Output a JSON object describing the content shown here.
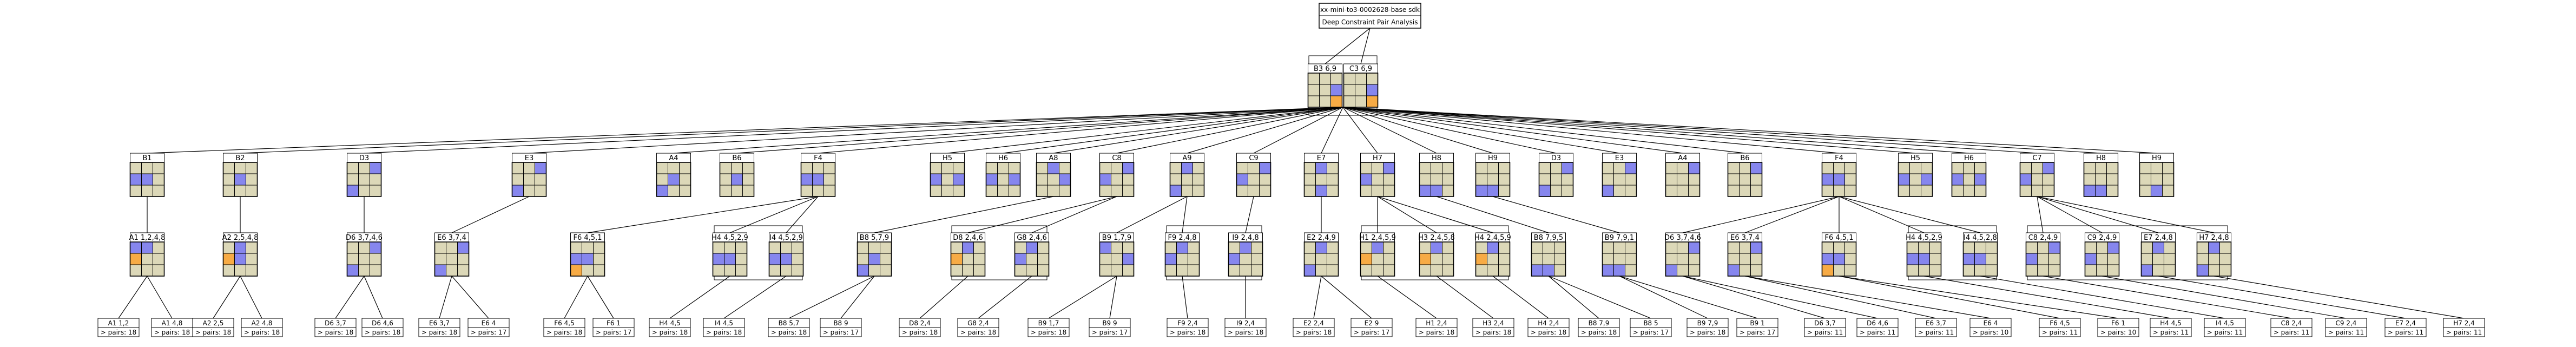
{
  "title": {
    "line1": "xx-mini-to3-0002628-base sdk",
    "line2": "Deep Constraint Pair Analysis"
  },
  "colors": {
    "fill": "#dcd8b8",
    "blue": "#8686ee",
    "orange": "#f7ab45",
    "line": "#000000"
  },
  "root_nodes": [
    {
      "label": "B3 6,9",
      "cells": [
        [
          "",
          "",
          ""
        ],
        [
          "",
          "",
          "B"
        ],
        [
          "",
          "",
          "O"
        ]
      ]
    },
    {
      "label": "C3 6,9",
      "cells": [
        [
          "",
          "",
          ""
        ],
        [
          "",
          "",
          "B"
        ],
        [
          "",
          "",
          "O"
        ]
      ]
    }
  ],
  "level1": [
    {
      "label": "B1",
      "cells": [
        [
          "",
          "",
          ""
        ],
        [
          "B",
          "B",
          ""
        ],
        [
          "",
          "",
          ""
        ]
      ]
    },
    {
      "label": "B2",
      "cells": [
        [
          "",
          "",
          ""
        ],
        [
          "",
          "B",
          ""
        ],
        [
          "",
          "",
          ""
        ]
      ]
    },
    {
      "label": "D3",
      "cells": [
        [
          "",
          "",
          "B"
        ],
        [
          "",
          "",
          ""
        ],
        [
          "B",
          "",
          ""
        ]
      ]
    },
    {
      "label": "E3",
      "cells": [
        [
          "",
          "",
          "B"
        ],
        [
          "",
          "",
          ""
        ],
        [
          "B",
          "",
          ""
        ]
      ]
    },
    {
      "label": "A4",
      "cells": [
        [
          "",
          "",
          ""
        ],
        [
          "",
          "B",
          ""
        ],
        [
          "B",
          "",
          ""
        ]
      ]
    },
    {
      "label": "B6",
      "cells": [
        [
          "",
          "",
          ""
        ],
        [
          "",
          "B",
          ""
        ],
        [
          "",
          "",
          ""
        ]
      ]
    },
    {
      "label": "F4",
      "cells": [
        [
          "",
          "",
          ""
        ],
        [
          "B",
          "B",
          ""
        ],
        [
          "",
          "",
          ""
        ]
      ]
    },
    {
      "label": "H5",
      "cells": [
        [
          "",
          "",
          ""
        ],
        [
          "B",
          "",
          "B"
        ],
        [
          "",
          "",
          ""
        ]
      ]
    },
    {
      "label": "H6",
      "cells": [
        [
          "",
          "",
          ""
        ],
        [
          "B",
          "",
          "B"
        ],
        [
          "",
          "",
          ""
        ]
      ]
    },
    {
      "label": "A8",
      "cells": [
        [
          "",
          "B",
          ""
        ],
        [
          "",
          "",
          "B"
        ],
        [
          "",
          "",
          ""
        ]
      ]
    },
    {
      "label": "C8",
      "cells": [
        [
          "",
          "",
          "B"
        ],
        [
          "B",
          "",
          ""
        ],
        [
          "",
          "",
          ""
        ]
      ]
    },
    {
      "label": "A9",
      "cells": [
        [
          "",
          "B",
          ""
        ],
        [
          "",
          "",
          ""
        ],
        [
          "B",
          "",
          ""
        ]
      ]
    },
    {
      "label": "C9",
      "cells": [
        [
          "",
          "",
          "B"
        ],
        [
          "B",
          "",
          ""
        ],
        [
          "",
          "",
          ""
        ]
      ]
    },
    {
      "label": "E7",
      "cells": [
        [
          "",
          "B",
          ""
        ],
        [
          "",
          "",
          ""
        ],
        [
          "",
          "B",
          ""
        ]
      ]
    },
    {
      "label": "H7",
      "cells": [
        [
          "",
          "",
          "B"
        ],
        [
          "B",
          "",
          ""
        ],
        [
          "",
          "",
          ""
        ]
      ]
    },
    {
      "label": "H8",
      "cells": [
        [
          "",
          "",
          ""
        ],
        [
          "",
          "",
          ""
        ],
        [
          "B",
          "B",
          ""
        ]
      ]
    },
    {
      "label": "H9",
      "cells": [
        [
          "",
          "",
          ""
        ],
        [
          "",
          "",
          ""
        ],
        [
          "B",
          "B",
          ""
        ]
      ]
    },
    {
      "label": "D3",
      "cells": [
        [
          "",
          "",
          "B"
        ],
        [
          "",
          "",
          ""
        ],
        [
          "B",
          "",
          ""
        ]
      ]
    },
    {
      "label": "E3",
      "cells": [
        [
          "",
          "",
          "B"
        ],
        [
          "",
          "",
          ""
        ],
        [
          "B",
          "",
          ""
        ]
      ]
    },
    {
      "label": "A4",
      "cells": [
        [
          "",
          "",
          "B"
        ],
        [
          "",
          "",
          ""
        ],
        [
          "",
          "",
          ""
        ]
      ]
    },
    {
      "label": "B6",
      "cells": [
        [
          "",
          "",
          "B"
        ],
        [
          "",
          "",
          ""
        ],
        [
          "",
          "",
          ""
        ]
      ]
    },
    {
      "label": "F4",
      "cells": [
        [
          "",
          "",
          ""
        ],
        [
          "B",
          "B",
          ""
        ],
        [
          "",
          "",
          ""
        ]
      ]
    },
    {
      "label": "H5",
      "cells": [
        [
          "",
          "",
          ""
        ],
        [
          "B",
          "",
          "B"
        ],
        [
          "",
          "",
          ""
        ]
      ]
    },
    {
      "label": "H6",
      "cells": [
        [
          "",
          "",
          ""
        ],
        [
          "B",
          "",
          "B"
        ],
        [
          "",
          "",
          ""
        ]
      ]
    },
    {
      "label": "C7",
      "cells": [
        [
          "",
          "",
          "B"
        ],
        [
          "B",
          "",
          ""
        ],
        [
          "",
          "",
          ""
        ]
      ]
    },
    {
      "label": "H8",
      "cells": [
        [
          "",
          "",
          ""
        ],
        [
          "",
          "",
          ""
        ],
        [
          "B",
          "B",
          ""
        ]
      ]
    },
    {
      "label": "H9",
      "cells": [
        [
          "",
          "",
          ""
        ],
        [
          "",
          "",
          ""
        ],
        [
          "",
          "B",
          ""
        ]
      ]
    }
  ],
  "level2": [
    {
      "label": "A1 1,2,4,8",
      "cells": [
        [
          "B",
          "B",
          ""
        ],
        [
          "O",
          "",
          ""
        ],
        [
          "",
          "",
          ""
        ]
      ]
    },
    {
      "label": "A2 2,5,4,8",
      "cells": [
        [
          "",
          "B",
          ""
        ],
        [
          "O",
          "B",
          ""
        ],
        [
          "",
          "",
          ""
        ]
      ]
    },
    {
      "label": "D6 3,7,4,6",
      "cells": [
        [
          "",
          "",
          "B"
        ],
        [
          "",
          "",
          ""
        ],
        [
          "B",
          "",
          ""
        ]
      ]
    },
    {
      "label": "E6 3,7,4",
      "cells": [
        [
          "",
          "",
          "B"
        ],
        [
          "",
          "",
          ""
        ],
        [
          "B",
          "",
          ""
        ]
      ]
    },
    {
      "label": "F6 4,5,1",
      "cells": [
        [
          "",
          "",
          ""
        ],
        [
          "B",
          "B",
          ""
        ],
        [
          "O",
          "",
          ""
        ]
      ]
    },
    {
      "label": "H4 4,5,2,9",
      "cells": [
        [
          "",
          "",
          ""
        ],
        [
          "B",
          "B",
          ""
        ],
        [
          "",
          "",
          ""
        ]
      ]
    },
    {
      "label": "I4 4,5,2,9",
      "cells": [
        [
          "",
          "",
          ""
        ],
        [
          "B",
          "B",
          ""
        ],
        [
          "",
          "",
          ""
        ]
      ]
    },
    {
      "label": "B8 5,7,9",
      "cells": [
        [
          "",
          "",
          ""
        ],
        [
          "",
          "B",
          ""
        ],
        [
          "B",
          "",
          ""
        ]
      ]
    },
    {
      "label": "D8 2,4,6",
      "cells": [
        [
          "",
          "B",
          ""
        ],
        [
          "O",
          "",
          ""
        ],
        [
          "",
          "",
          ""
        ]
      ]
    },
    {
      "label": "G8 2,4,6",
      "cells": [
        [
          "",
          "B",
          ""
        ],
        [
          "B",
          "",
          ""
        ],
        [
          "",
          "",
          ""
        ]
      ]
    },
    {
      "label": "B9 1,7,9",
      "cells": [
        [
          "B",
          "",
          ""
        ],
        [
          "",
          "",
          "B"
        ],
        [
          "",
          "",
          ""
        ]
      ]
    },
    {
      "label": "F9 2,4,8",
      "cells": [
        [
          "",
          "B",
          ""
        ],
        [
          "B",
          "",
          ""
        ],
        [
          "",
          "",
          ""
        ]
      ]
    },
    {
      "label": "I9 2,4,8",
      "cells": [
        [
          "",
          "B",
          ""
        ],
        [
          "B",
          "",
          ""
        ],
        [
          "",
          "",
          ""
        ]
      ]
    },
    {
      "label": "E2 2,4,9",
      "cells": [
        [
          "",
          "B",
          ""
        ],
        [
          "",
          "",
          ""
        ],
        [
          "B",
          "",
          ""
        ]
      ]
    },
    {
      "label": "H1 2,4,5,9",
      "cells": [
        [
          "",
          "B",
          ""
        ],
        [
          "O",
          "",
          ""
        ],
        [
          "",
          "",
          ""
        ]
      ]
    },
    {
      "label": "H3 2,4,5,8",
      "cells": [
        [
          "",
          "B",
          ""
        ],
        [
          "O",
          "",
          ""
        ],
        [
          "",
          "",
          ""
        ]
      ]
    },
    {
      "label": "H4 2,4,5,9",
      "cells": [
        [
          "",
          "B",
          ""
        ],
        [
          "O",
          "",
          ""
        ],
        [
          "",
          "",
          ""
        ]
      ]
    },
    {
      "label": "B8 7,9,5",
      "cells": [
        [
          "",
          "",
          ""
        ],
        [
          "",
          "",
          ""
        ],
        [
          "B",
          "B",
          ""
        ]
      ]
    },
    {
      "label": "B9 7,9,1",
      "cells": [
        [
          "",
          "",
          ""
        ],
        [
          "",
          "",
          ""
        ],
        [
          "B",
          "B",
          ""
        ]
      ]
    },
    {
      "label": "D6 3,7,4,6",
      "cells": [
        [
          "",
          "",
          "B"
        ],
        [
          "",
          "",
          ""
        ],
        [
          "B",
          "",
          ""
        ]
      ]
    },
    {
      "label": "E6 3,7,4",
      "cells": [
        [
          "",
          "",
          "B"
        ],
        [
          "",
          "",
          ""
        ],
        [
          "B",
          "",
          ""
        ]
      ]
    },
    {
      "label": "F6 4,5,1",
      "cells": [
        [
          "",
          "",
          ""
        ],
        [
          "B",
          "B",
          ""
        ],
        [
          "O",
          "",
          ""
        ]
      ]
    },
    {
      "label": "H4 4,5,2,9",
      "cells": [
        [
          "",
          "",
          ""
        ],
        [
          "B",
          "B",
          ""
        ],
        [
          "",
          "",
          ""
        ]
      ]
    },
    {
      "label": "I4 4,5,2,8",
      "cells": [
        [
          "",
          "",
          ""
        ],
        [
          "B",
          "B",
          ""
        ],
        [
          "",
          "",
          ""
        ]
      ]
    },
    {
      "label": "C8 2,4,9",
      "cells": [
        [
          "",
          "",
          "B"
        ],
        [
          "B",
          "",
          ""
        ],
        [
          "",
          "",
          ""
        ]
      ]
    },
    {
      "label": "C9 2,4,9",
      "cells": [
        [
          "",
          "",
          "B"
        ],
        [
          "B",
          "",
          ""
        ],
        [
          "",
          "",
          ""
        ]
      ]
    },
    {
      "label": "E7 2,4,8",
      "cells": [
        [
          "",
          "B",
          ""
        ],
        [
          "",
          "",
          ""
        ],
        [
          "B",
          "",
          ""
        ]
      ]
    },
    {
      "label": "H7 2,4,8",
      "cells": [
        [
          "",
          "B",
          ""
        ],
        [
          "",
          "",
          ""
        ],
        [
          "B",
          "",
          ""
        ]
      ]
    }
  ],
  "leaves": [
    {
      "label": "A1 1,2",
      "line": "> pairs: 18"
    },
    {
      "label": "A1 4,8",
      "line": "> pairs: 18"
    },
    {
      "label": "A2 2,5",
      "line": "> pairs: 18"
    },
    {
      "label": "A2 4,8",
      "line": "> pairs: 18"
    },
    {
      "label": "D6 3,7",
      "line": "> pairs: 18"
    },
    {
      "label": "D6 4,6",
      "line": "> pairs: 18"
    },
    {
      "label": "E6 3,7",
      "line": "> pairs: 18"
    },
    {
      "label": "E6 4",
      "line": "> pairs: 17"
    },
    {
      "label": "F6 4,5",
      "line": "> pairs: 18"
    },
    {
      "label": "F6 1",
      "line": "> pairs: 17"
    },
    {
      "label": "H4 4,5",
      "line": "> pairs: 18"
    },
    {
      "label": "I4 4,5",
      "line": "> pairs: 18"
    },
    {
      "label": "B8 5,7",
      "line": "> pairs: 18"
    },
    {
      "label": "B8 9",
      "line": "> pairs: 17"
    },
    {
      "label": "D8 2,4",
      "line": "> pairs: 18"
    },
    {
      "label": "G8 2,4",
      "line": "> pairs: 18"
    },
    {
      "label": "B9 1,7",
      "line": "> pairs: 18"
    },
    {
      "label": "B9 9",
      "line": "> pairs: 17"
    },
    {
      "label": "F9 2,4",
      "line": "> pairs: 18"
    },
    {
      "label": "I9 2,4",
      "line": "> pairs: 18"
    },
    {
      "label": "E2 2,4",
      "line": "> pairs: 18"
    },
    {
      "label": "E2 9",
      "line": "> pairs: 17"
    },
    {
      "label": "H1 2,4",
      "line": "> pairs: 18"
    },
    {
      "label": "H3 2,4",
      "line": "> pairs: 18"
    },
    {
      "label": "H4 2,4",
      "line": "> pairs: 18"
    },
    {
      "label": "B8 7,9",
      "line": "> pairs: 18"
    },
    {
      "label": "B8 5",
      "line": "> pairs: 17"
    },
    {
      "label": "B9 7,9",
      "line": "> pairs: 18"
    },
    {
      "label": "B9 1",
      "line": "> pairs: 17"
    },
    {
      "label": "D6 3,7",
      "line": "> pairs: 11"
    },
    {
      "label": "D6 4,6",
      "line": "> pairs: 11"
    },
    {
      "label": "E6 3,7",
      "line": "> pairs: 11"
    },
    {
      "label": "E6 4",
      "line": "> pairs: 10"
    },
    {
      "label": "F6 4,5",
      "line": "> pairs: 11"
    },
    {
      "label": "F6 1",
      "line": "> pairs: 10"
    },
    {
      "label": "H4 4,5",
      "line": "> pairs: 11"
    },
    {
      "label": "I4 4,5",
      "line": "> pairs: 11"
    },
    {
      "label": "C8 2,4",
      "line": "> pairs: 11"
    },
    {
      "label": "C9 2,4",
      "line": "> pairs: 11"
    },
    {
      "label": "E7 2,4",
      "line": "> pairs: 11"
    },
    {
      "label": "H7 2,4",
      "line": "> pairs: 11"
    }
  ]
}
